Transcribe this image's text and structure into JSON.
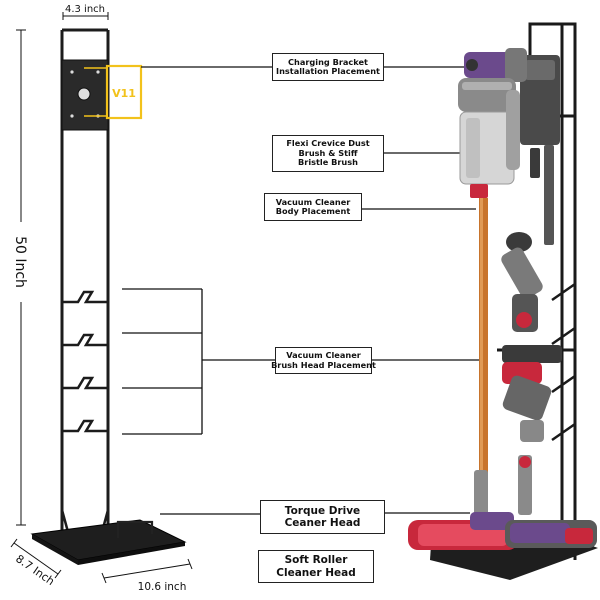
{
  "dimensions": {
    "width_top": "4.3 inch",
    "height": "50 Inch",
    "depth": "8.7 Inch",
    "width_base": "10.6 inch",
    "bracket_model": "V11"
  },
  "labels": {
    "charging_bracket": [
      "Charging Bracket",
      "Installation Placement"
    ],
    "flexi_crevice": [
      "Flexi Crevice Dust",
      "Brush & Stiff",
      "Bristle Brush"
    ],
    "body_placement": [
      "Vacuum Cleaner",
      "Body Placement"
    ],
    "brush_head": [
      "Vacuum Cleaner",
      "Brush Head Placement"
    ],
    "torque_drive": [
      "Torque Drive",
      "Ceaner Head"
    ],
    "soft_roller": [
      "Soft Roller",
      "Cleaner Head"
    ]
  },
  "colors": {
    "frame": "#1c1c1c",
    "accent_yellow": "#f2c21b",
    "vacuum_purple": "#6b4a8c",
    "wand_copper": "#c8742c",
    "roller_red": "#c8283c",
    "body_grey": "#5a5a5a"
  }
}
